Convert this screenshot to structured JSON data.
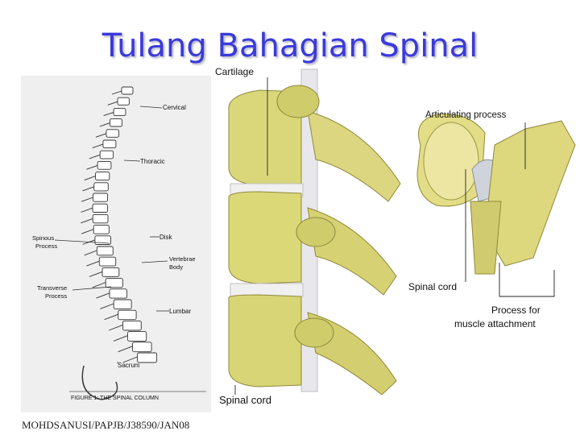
{
  "slide": {
    "title": "Tulang Bahagian Spinal",
    "footer": "MOHDSANUSI/PAPJB/J38590/JAN08"
  },
  "spinal_column_figure": {
    "caption": "FIGURE 1: THE SPINAL COLUMN",
    "labels": {
      "cervical": "Cervical",
      "thoracic": "Thoracic",
      "spinous_process_1": "Spinous",
      "spinous_process_2": "Process",
      "disk": "Disk",
      "vertebrae_body_1": "Vertebrae",
      "vertebrae_body_2": "Body",
      "transverse_process_1": "Transverse",
      "transverse_process_2": "Process",
      "lumbar": "Lumbar",
      "sacrum": "Sacrum"
    }
  },
  "vertebrae_side_figure": {
    "labels": {
      "cartilage": "Cartilage",
      "spinal_cord": "Spinal cord"
    }
  },
  "vertebra_top_figure": {
    "labels": {
      "articulating_process": "Articulating process",
      "spinal_cord": "Spinal cord",
      "process_for_1": "Process for",
      "process_for_2": "muscle attachment"
    }
  }
}
